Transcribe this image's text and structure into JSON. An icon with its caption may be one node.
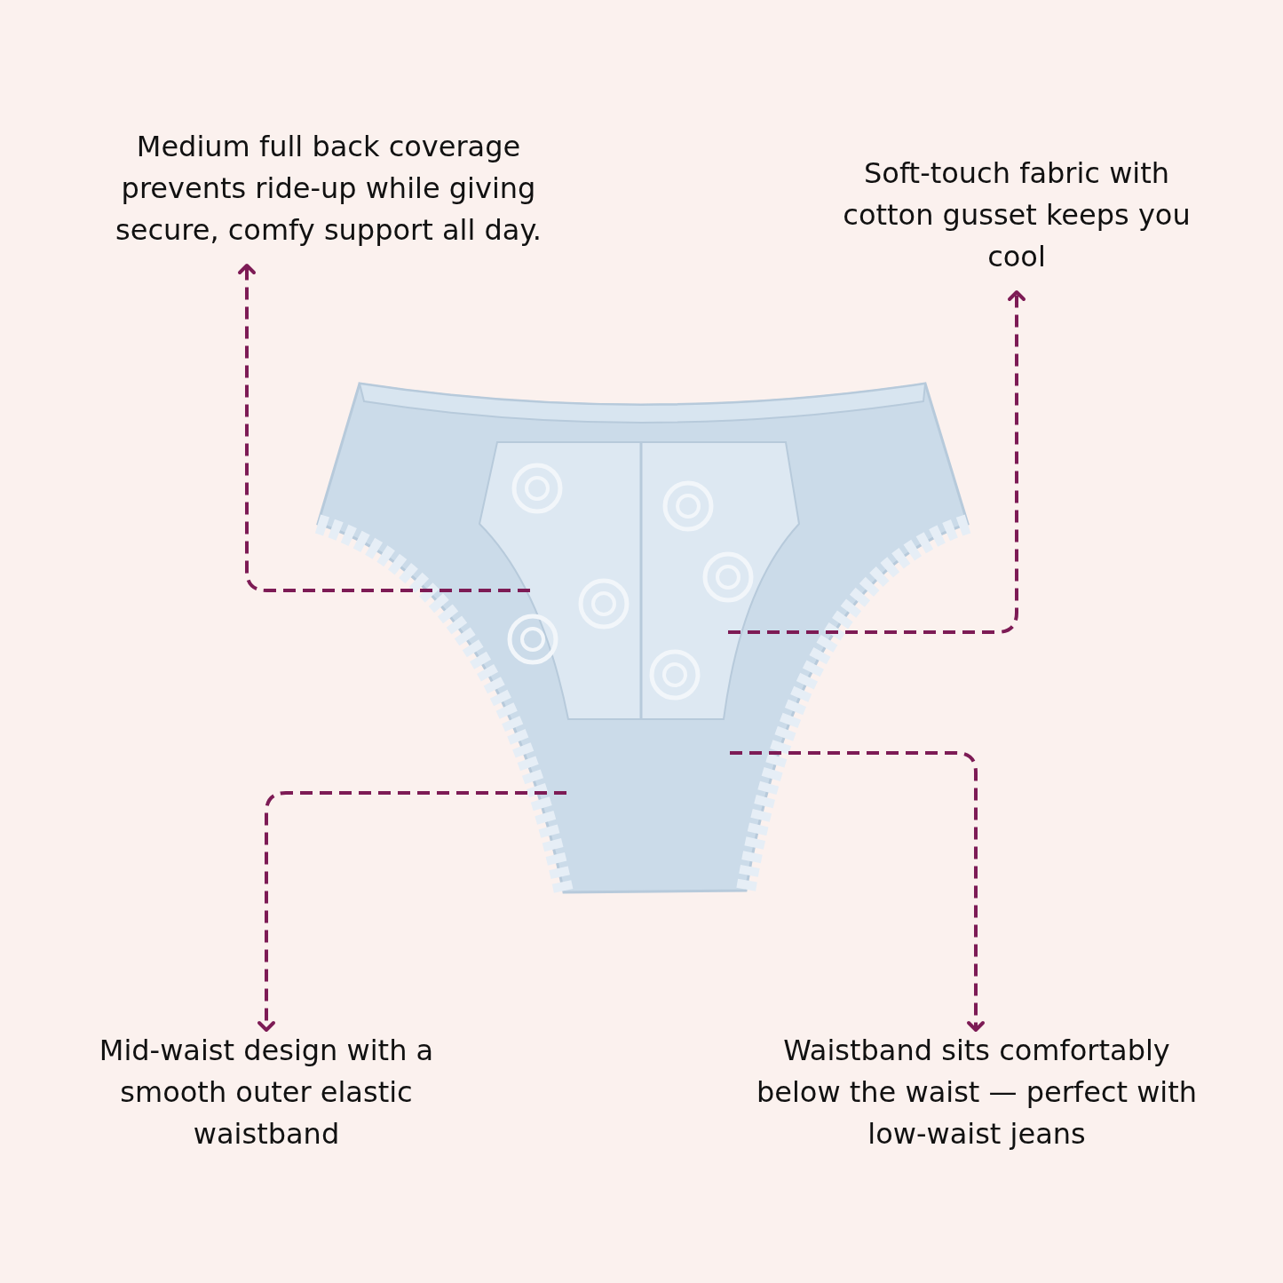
{
  "diagram": {
    "nodes": [
      {
        "text": [
          "Medium full back coverage prevents ride-up while giving secure, comfy support all day."
        ]
      },
      {
        "text": [
          "Soft-touch fabric with cotton gusset keeps you cool"
        ]
      },
      {
        "text": [
          "Mid-waist design with a smooth outer elastic waistband"
        ]
      },
      {
        "text": [
          "Waistband sits comfortably below the waist — perfect with low-waist jeans"
        ]
      },
      {
        "text": [],
        "shape": "picture"
      }
    ],
    "edges": [
      {
        "from": 4,
        "to": 0,
        "arrow": "to",
        "style": "dashed"
      },
      {
        "from": 4,
        "to": 1,
        "arrow": "to",
        "style": "dashed"
      },
      {
        "from": 4,
        "to": 2,
        "arrow": "to",
        "style": "dashed"
      },
      {
        "from": 4,
        "to": 3,
        "arrow": "to",
        "style": "dashed"
      }
    ]
  }
}
